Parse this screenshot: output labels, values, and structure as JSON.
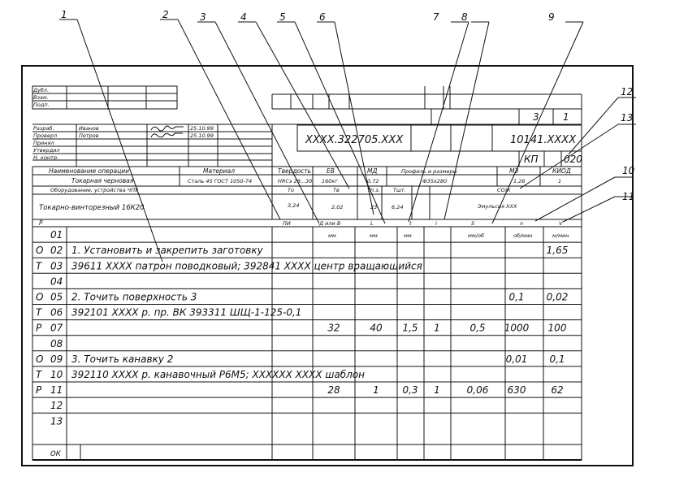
{
  "callouts": [
    "1",
    "2",
    "3",
    "4",
    "5",
    "6",
    "7",
    "8",
    "9",
    "10",
    "11",
    "12",
    "13"
  ],
  "stamp": {
    "rows": [
      "Дубл.",
      "Взам.",
      "Подп."
    ],
    "sheets": "3",
    "sheet": "1"
  },
  "header": {
    "roles": [
      "Разраб.",
      "Проверл",
      "Принял",
      "Утвердил",
      "Н. контр."
    ],
    "names": [
      "Иванов",
      "Петров"
    ],
    "dates": [
      "25.10.99",
      "25.10.99"
    ],
    "designation": "XXXX.322705.XXX",
    "org_code": "10141.XXXX",
    "doc_type": "КП",
    "doc_code": "020"
  },
  "op_info": {
    "headers": [
      "Наименование операции",
      "Материал",
      "Твердость",
      "ЕВ",
      "МД",
      "Профиль и размеры",
      "МЗ",
      "КИОД"
    ],
    "values": [
      "Токарная черновая",
      "Сталь 45 ГОСТ 1050-74",
      "HRCэ 28...30",
      "160кг",
      "0,72",
      "Ф35х280",
      "1,26",
      "1"
    ],
    "equip_headers": [
      "Оборудование, устройства ЧПУ",
      "То",
      "Тв",
      "Тп.з.",
      "Тшт.",
      "СОЖ"
    ],
    "equip_values": [
      "Токарно-винторезный 16К20",
      "3,24",
      "2,02",
      "23",
      "6,24",
      "Эмульсия XXX"
    ]
  },
  "columns": {
    "row_label": "Р",
    "headers": [
      "ПИ",
      "Д или В",
      "L",
      "t",
      "i",
      "S",
      "n",
      "V"
    ],
    "units": [
      "мм",
      "мм",
      "мм",
      "мм/об",
      "об/мин",
      "м/мин"
    ]
  },
  "rows": [
    {
      "prefix": "",
      "num": "01",
      "text": "",
      "vals": [
        "",
        "",
        "",
        "",
        "",
        "",
        "",
        ""
      ]
    },
    {
      "prefix": "О",
      "num": "02",
      "text": "1. Установить и закрепить заготовку",
      "vals": [
        "",
        "",
        "",
        "",
        "",
        "",
        "",
        "1,65"
      ]
    },
    {
      "prefix": "Т",
      "num": "03",
      "text": "39611 XXXX патрон поводковый; 392841 XXXX центр вращающийся",
      "vals": [
        "",
        "",
        "",
        "",
        "",
        "",
        "",
        ""
      ]
    },
    {
      "prefix": "",
      "num": "04",
      "text": "",
      "vals": [
        "",
        "",
        "",
        "",
        "",
        "",
        "",
        ""
      ]
    },
    {
      "prefix": "О",
      "num": "05",
      "text": "2. Точить поверхность 3",
      "vals": [
        "",
        "",
        "",
        "",
        "",
        "",
        "0,1",
        "0,02"
      ]
    },
    {
      "prefix": "Т",
      "num": "06",
      "text": "392101 XXXX р. пр. ВК 393311 ШЩ-1-125-0,1",
      "vals": [
        "",
        "",
        "",
        "",
        "",
        "",
        "",
        ""
      ]
    },
    {
      "prefix": "Р",
      "num": "07",
      "text": "",
      "vals": [
        "",
        "32",
        "40",
        "1,5",
        "1",
        "0,5",
        "1000",
        "100"
      ]
    },
    {
      "prefix": "",
      "num": "08",
      "text": "",
      "vals": [
        "",
        "",
        "",
        "",
        "",
        "",
        "",
        ""
      ]
    },
    {
      "prefix": "О",
      "num": "09",
      "text": "3. Точить канавку 2",
      "vals": [
        "",
        "",
        "",
        "",
        "",
        "",
        "0,01",
        "0,1"
      ]
    },
    {
      "prefix": "Т",
      "num": "10",
      "text": "392110 XXXX р. канавочный Р6М5; XXXXXX XXXX шаблон",
      "vals": [
        "",
        "",
        "",
        "",
        "",
        "",
        "",
        ""
      ]
    },
    {
      "prefix": "Р",
      "num": "11",
      "text": "",
      "vals": [
        "",
        "28",
        "1",
        "0,3",
        "1",
        "0,06",
        "630",
        "62"
      ]
    },
    {
      "prefix": "",
      "num": "12",
      "text": "",
      "vals": [
        "",
        "",
        "",
        "",
        "",
        "",
        "",
        ""
      ]
    },
    {
      "prefix": "",
      "num": "13",
      "text": "",
      "vals": [
        "",
        "",
        "",
        "",
        "",
        "",
        "",
        ""
      ]
    }
  ],
  "footer": {
    "label": "ОК"
  }
}
